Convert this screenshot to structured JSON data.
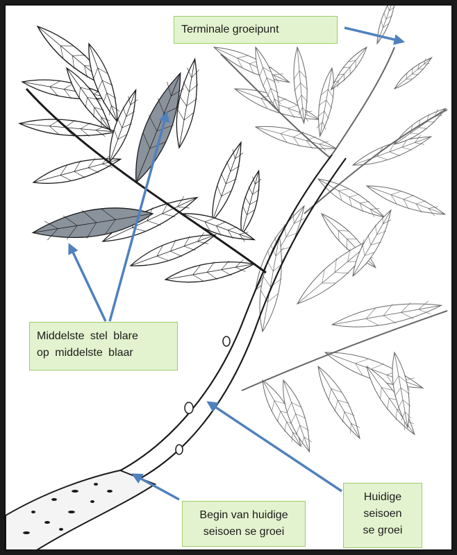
{
  "labels": {
    "terminal": {
      "lines": [
        "Terminale groeipunt"
      ]
    },
    "middle": {
      "lines": [
        "Middelste stel blare",
        "op middelste blaar"
      ]
    },
    "begin": {
      "lines": [
        "Begin van huidige",
        "seisoen se groei"
      ]
    },
    "current": {
      "lines": [
        "Huidige",
        "seisoen",
        "se groei"
      ]
    }
  },
  "colors": {
    "arrow": "#4f81bd",
    "callout_fill": "#e3f3cf",
    "callout_border": "#9fcb6b",
    "highlighted_leaf": "#8a929c",
    "ink": "#1a1a1a",
    "faint_ink": "#666666"
  }
}
